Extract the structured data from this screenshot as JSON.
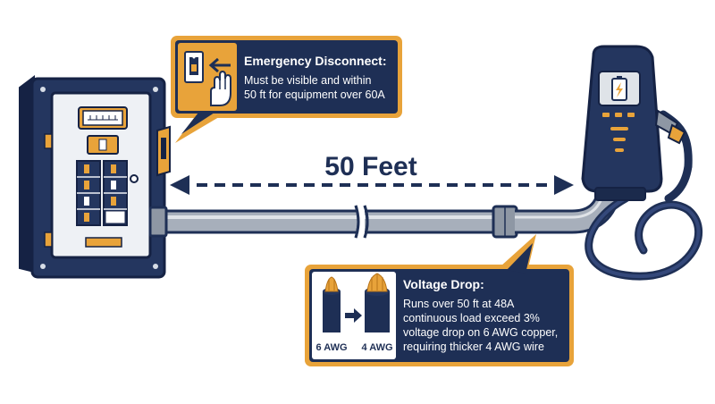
{
  "distance_label": "50 Feet",
  "callout_disconnect": {
    "title": "Emergency Disconnect:",
    "line1": "Must be visible and within",
    "line2": "50 ft for equipment over 60A"
  },
  "callout_voltage": {
    "title": "Voltage Drop:",
    "line1": "Runs over 50 ft at 48A",
    "line2": "continuous load exceed 3%",
    "line3": "voltage drop on 6 AWG copper,",
    "line4": "requiring thicker 4 AWG wire",
    "wire_small_label": "6 AWG",
    "wire_large_label": "4 AWG"
  },
  "icons": {
    "disconnect": "switch-lever-icon",
    "hand": "hand-icon",
    "battery": "battery-charging-icon",
    "arrow": "arrow-right-icon"
  },
  "colors": {
    "navy": "#1e2f55",
    "orange": "#e8a33a",
    "gray_conduit": "#a7afbb",
    "light_panel": "#eef1f5"
  }
}
